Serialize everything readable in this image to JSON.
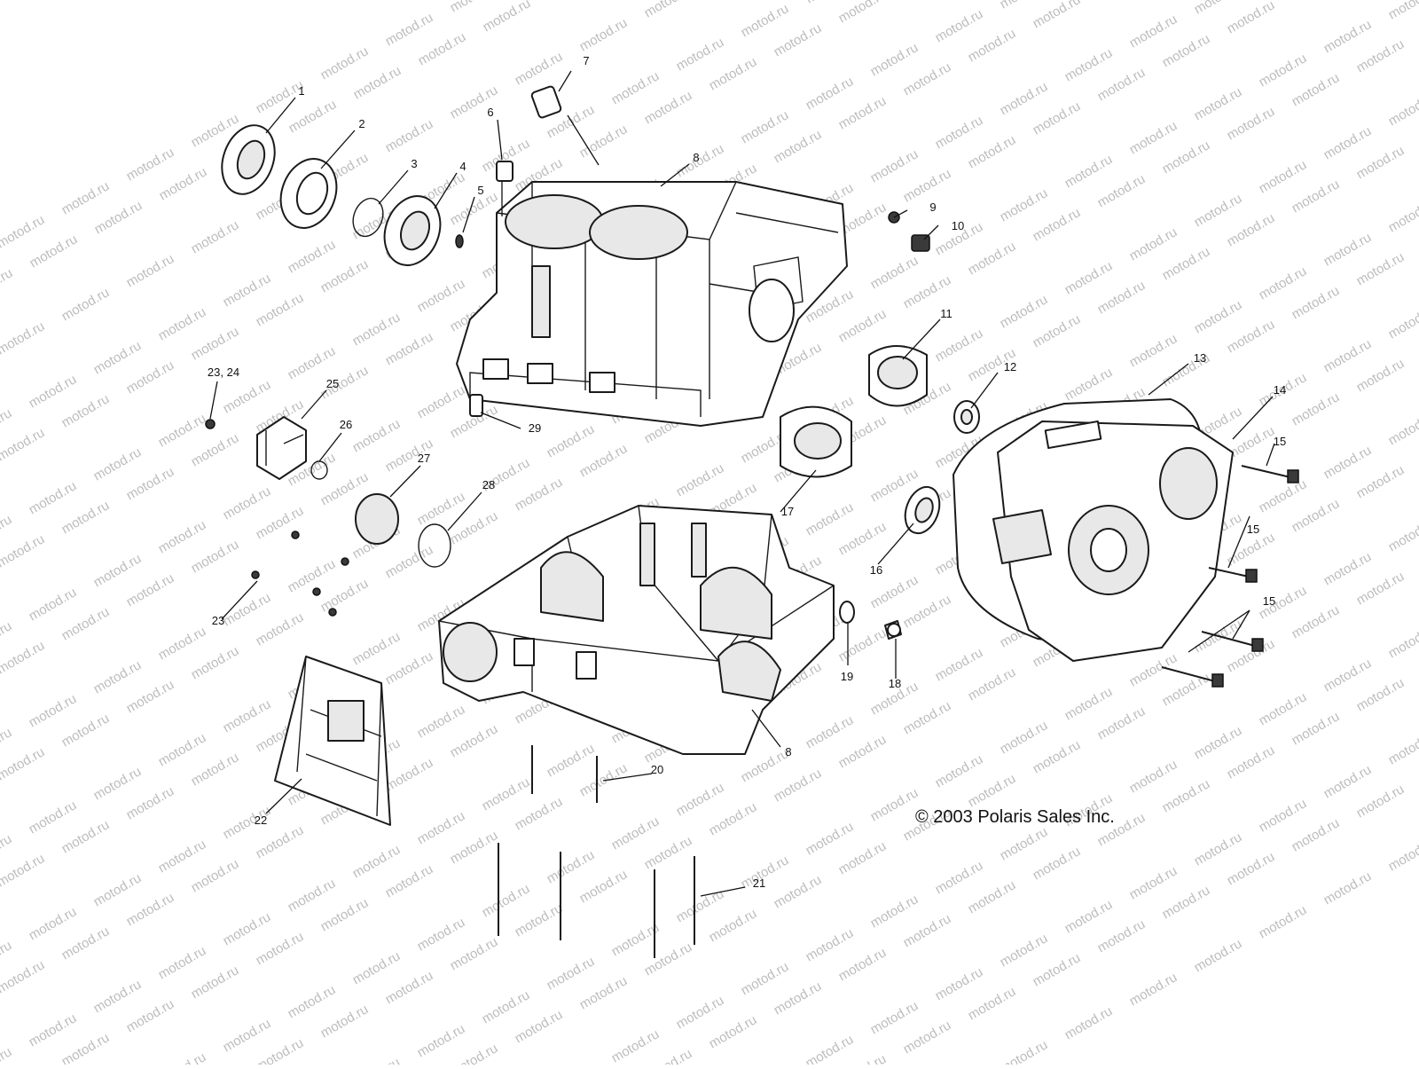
{
  "watermark": "motod.ru",
  "copyright": "© 2003 Polaris Sales Inc.",
  "callouts": {
    "c1": "1",
    "c2": "2",
    "c3": "3",
    "c4": "4",
    "c5": "5",
    "c6": "6",
    "c7": "7",
    "c8a": "8",
    "c8b": "8",
    "c9": "9",
    "c10": "10",
    "c11": "11",
    "c12": "12",
    "c13": "13",
    "c14": "14",
    "c15a": "15",
    "c15b": "15",
    "c15c": "15",
    "c16": "16",
    "c17": "17",
    "c18": "18",
    "c19": "19",
    "c20": "20",
    "c21": "21",
    "c22": "22",
    "c23": "23",
    "c2324": "23, 24",
    "c25": "25",
    "c26": "26",
    "c27": "27",
    "c28": "28",
    "c29": "29"
  }
}
